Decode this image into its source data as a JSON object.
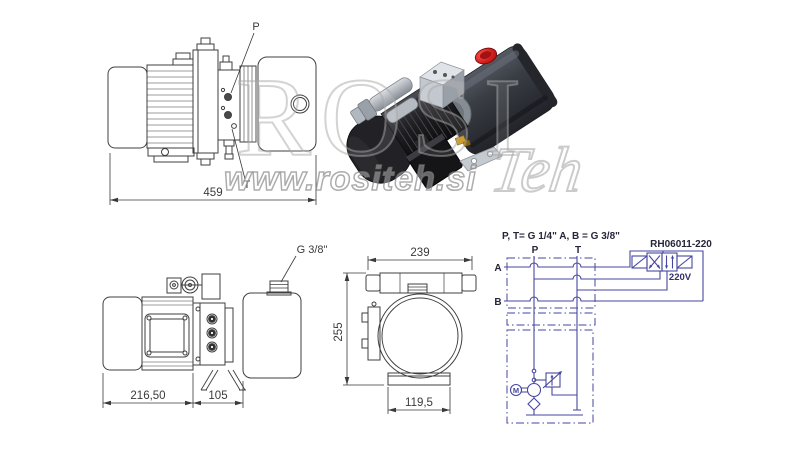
{
  "watermark": {
    "brand_large": "ROSI",
    "brand_script": "Teh",
    "url_text": "www.rositeh.si"
  },
  "side_view": {
    "port_p_label": "P",
    "port_t_label": "T",
    "dim_overall_length": "459"
  },
  "top_view": {
    "filler_port_label": "G 3/8\"",
    "dim_motor_section": "216,50",
    "dim_pump_section": "105"
  },
  "front_view": {
    "dim_tank_width": "239",
    "dim_overall_height": "255",
    "dim_base_width": "119,5"
  },
  "schematic": {
    "ports_note": "P, T= G 1/4\" A, B = G 3/8\"",
    "valve_model": "RH06011-220",
    "valve_voltage": "220V",
    "label_p": "P",
    "label_t": "T",
    "label_a": "A",
    "label_b": "B",
    "motor_symbol": "M",
    "line_color": "#4646a0"
  },
  "colors": {
    "drawing_line": "#3f3f3f",
    "schematic_line": "#4646a0",
    "filler_cap_red": "#c41f1f",
    "motor_black": "#1d1d20",
    "tank_gray": "#3a3e45"
  }
}
